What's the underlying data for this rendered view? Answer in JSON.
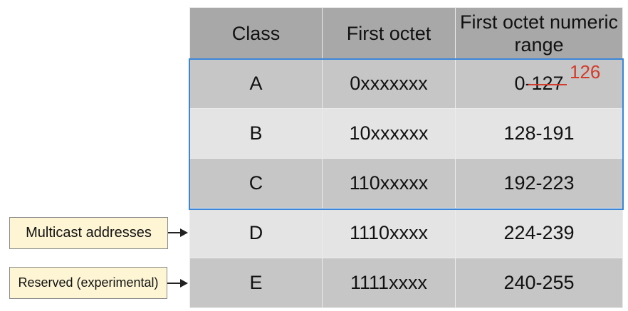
{
  "table": {
    "headers": [
      "Class",
      "First octet",
      "First octet numeric range"
    ],
    "rows": [
      {
        "class": "A",
        "bits": "0xxxxxxx",
        "range_start": "0-",
        "range_struck": "127"
      },
      {
        "class": "B",
        "bits": "10xxxxxx",
        "range": "128-191"
      },
      {
        "class": "C",
        "bits": "110xxxxx",
        "range": "192-223"
      },
      {
        "class": "D",
        "bits": "1110xxxx",
        "range": "224-239"
      },
      {
        "class": "E",
        "bits": "1111xxxx",
        "range": "240-255"
      }
    ],
    "correction": "126"
  },
  "notes": {
    "multicast": "Multicast addresses",
    "reserved": "Reserved (experimental)"
  },
  "colors": {
    "header_fill": "#a8a8a8",
    "row_dark": "#c6c6c6",
    "row_light": "#e4e4e4",
    "highlight_border": "#3a86d8",
    "correction": "#d33b2a",
    "note_fill": "#fdf5d4"
  }
}
